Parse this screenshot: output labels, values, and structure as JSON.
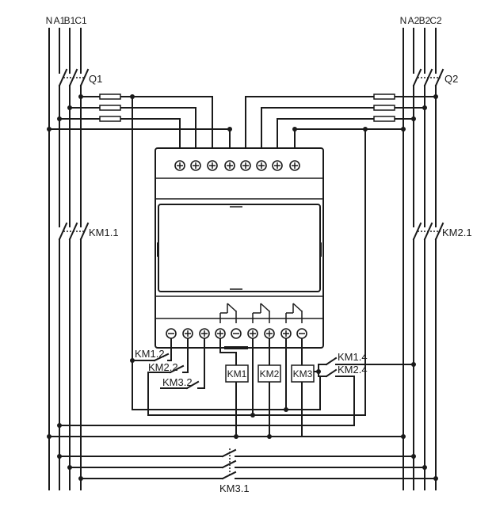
{
  "left_bus": {
    "labels": [
      "N",
      "A1",
      "B1",
      "C1"
    ]
  },
  "right_bus": {
    "labels": [
      "N",
      "A2",
      "B2",
      "C2"
    ]
  },
  "breakers": {
    "q1": "Q1",
    "q2": "Q2"
  },
  "main_contacts": {
    "km1": "KM1.1",
    "km2": "KM2.1",
    "km3": "KM3.1"
  },
  "aux_contacts": {
    "km1_2": "KM1.2",
    "km2_2": "KM2.2",
    "km3_2": "KM3.2",
    "km1_4": "KM1.4",
    "km2_4": "KM2.4"
  },
  "coils": {
    "km1": "KM1",
    "km2": "KM2",
    "km3": "KM3"
  }
}
